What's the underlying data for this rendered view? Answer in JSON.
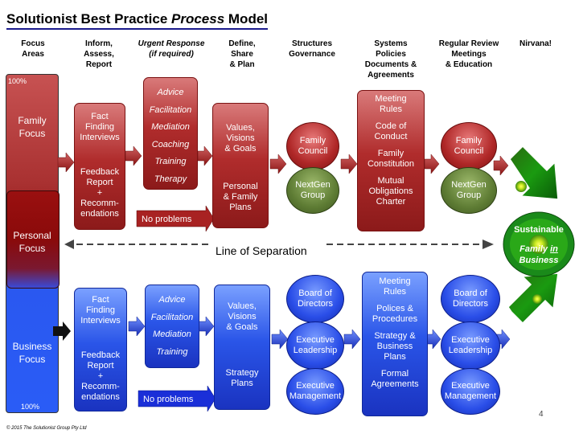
{
  "title": {
    "pre": "Solutionist Best Practice ",
    "italic": "Process",
    "post": " Model"
  },
  "columns": [
    {
      "l1": "Focus",
      "l2": "Areas",
      "l3": "",
      "l4": ""
    },
    {
      "l1": "Inform,",
      "l2": "Assess,",
      "l3": "Report",
      "l4": ""
    },
    {
      "l1": "Urgent Response",
      "l2": "(if required)",
      "l3": "",
      "l4": ""
    },
    {
      "l1": "Define,",
      "l2": "Share",
      "l3": "& Plan",
      "l4": ""
    },
    {
      "l1": "Structures",
      "l2": "Governance",
      "l3": "",
      "l4": ""
    },
    {
      "l1": "Systems",
      "l2": "Policies",
      "l3": "Documents &",
      "l4": "Agreements"
    },
    {
      "l1": "Regular Review",
      "l2": "Meetings",
      "l3": "& Education",
      "l4": ""
    },
    {
      "l1": "Nirvana!",
      "l2": "",
      "l3": "",
      "l4": ""
    }
  ],
  "focus": {
    "top_pct": "100%",
    "family_l1": "Family",
    "family_l2": "Focus",
    "personal_l1": "Personal",
    "personal_l2": "Focus",
    "business_l1": "Business",
    "business_l2": "Focus",
    "bottom_pct": "100%"
  },
  "family": {
    "inform": {
      "l1": "Fact",
      "l2": "Finding",
      "l3": "Interviews",
      "r1": "Feedback",
      "r2": "Report",
      "r3": "+",
      "r4": "Recomm-",
      "r5": "endations"
    },
    "urgent": [
      "Advice",
      "Facilitation",
      "Mediation",
      "Coaching",
      "Training",
      "Therapy"
    ],
    "no_problems": "No problems",
    "define": {
      "l1": "Values,",
      "l2": "Visions",
      "l3": "& Goals",
      "p1": "Personal",
      "p2": "& Family",
      "p3": "Plans"
    },
    "struct": [
      {
        "l1": "Family",
        "l2": "Council"
      },
      {
        "l1": "NextGen",
        "l2": "Group"
      }
    ],
    "systems": [
      {
        "l1": "Meeting",
        "l2": "Rules"
      },
      {
        "l1": "Code of",
        "l2": "Conduct"
      },
      {
        "l1": "Family",
        "l2": "Constitution"
      },
      {
        "l1": "Mutual",
        "l2": "Obligations",
        "l3": "Charter"
      }
    ],
    "review": [
      {
        "l1": "Family",
        "l2": "Council"
      },
      {
        "l1": "NextGen",
        "l2": "Group"
      }
    ]
  },
  "separation": "Line of Separation",
  "nirvana": {
    "l1": "Sustainable",
    "l2a": "Family ",
    "l2b": "in",
    "l3": "Business"
  },
  "business": {
    "inform": {
      "l1": "Fact",
      "l2": "Finding",
      "l3": "Interviews",
      "r1": "Feedback",
      "r2": "Report",
      "r3": "+",
      "r4": "Recomm-",
      "r5": "endations"
    },
    "urgent": [
      "Advice",
      "Facilitation",
      "Mediation",
      "Training"
    ],
    "no_problems": "No problems",
    "define": {
      "l1": "Values,",
      "l2": "Visions",
      "l3": "& Goals",
      "p1": "Strategy",
      "p2": "Plans"
    },
    "struct": [
      {
        "l1": "Board of",
        "l2": "Directors"
      },
      {
        "l1": "Executive",
        "l2": "Leadership"
      },
      {
        "l1": "Executive",
        "l2": "Management"
      }
    ],
    "systems": [
      {
        "l1": "Meeting",
        "l2": "Rules"
      },
      {
        "l1": "Polices &",
        "l2": "Procedures"
      },
      {
        "l1": "Strategy &",
        "l2": "Business",
        "l3": "Plans"
      },
      {
        "l1": "Formal",
        "l2": "Agreements"
      }
    ],
    "review": [
      {
        "l1": "Board of",
        "l2": "Directors"
      },
      {
        "l1": "Executive",
        "l2": "Leadership"
      },
      {
        "l1": "Executive",
        "l2": "Management"
      }
    ]
  },
  "page_number": "4",
  "copyright": "© 2015  The Solutionist Group Pty Ltd"
}
